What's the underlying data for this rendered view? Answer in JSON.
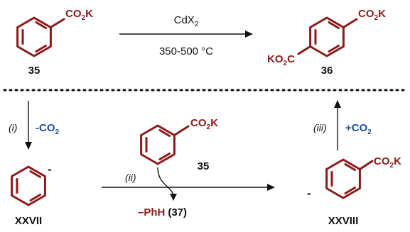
{
  "top_reaction": {
    "reagent": "CdX",
    "reagent_sub": "2",
    "conditions": "350-500 °C",
    "reactant_label": "35",
    "product_label": "36"
  },
  "groups": {
    "co": "CO",
    "sub2": "2",
    "k": "K",
    "kleft": "K",
    "o": "O",
    "c": "C"
  },
  "charges": {
    "minus": "-"
  },
  "steps": {
    "i_label": "(i)",
    "i_text": "-CO",
    "i_sub": "2",
    "ii_label": "(ii)",
    "iii_label": "(iii)",
    "iii_text": "+CO",
    "iii_sub": "2"
  },
  "byproduct": {
    "prefix": "–",
    "name": "PhH",
    "label": "(37)"
  },
  "intermediates": {
    "left_label": "XXVII",
    "right_label": "XXVIII",
    "middle_label": "35"
  }
}
